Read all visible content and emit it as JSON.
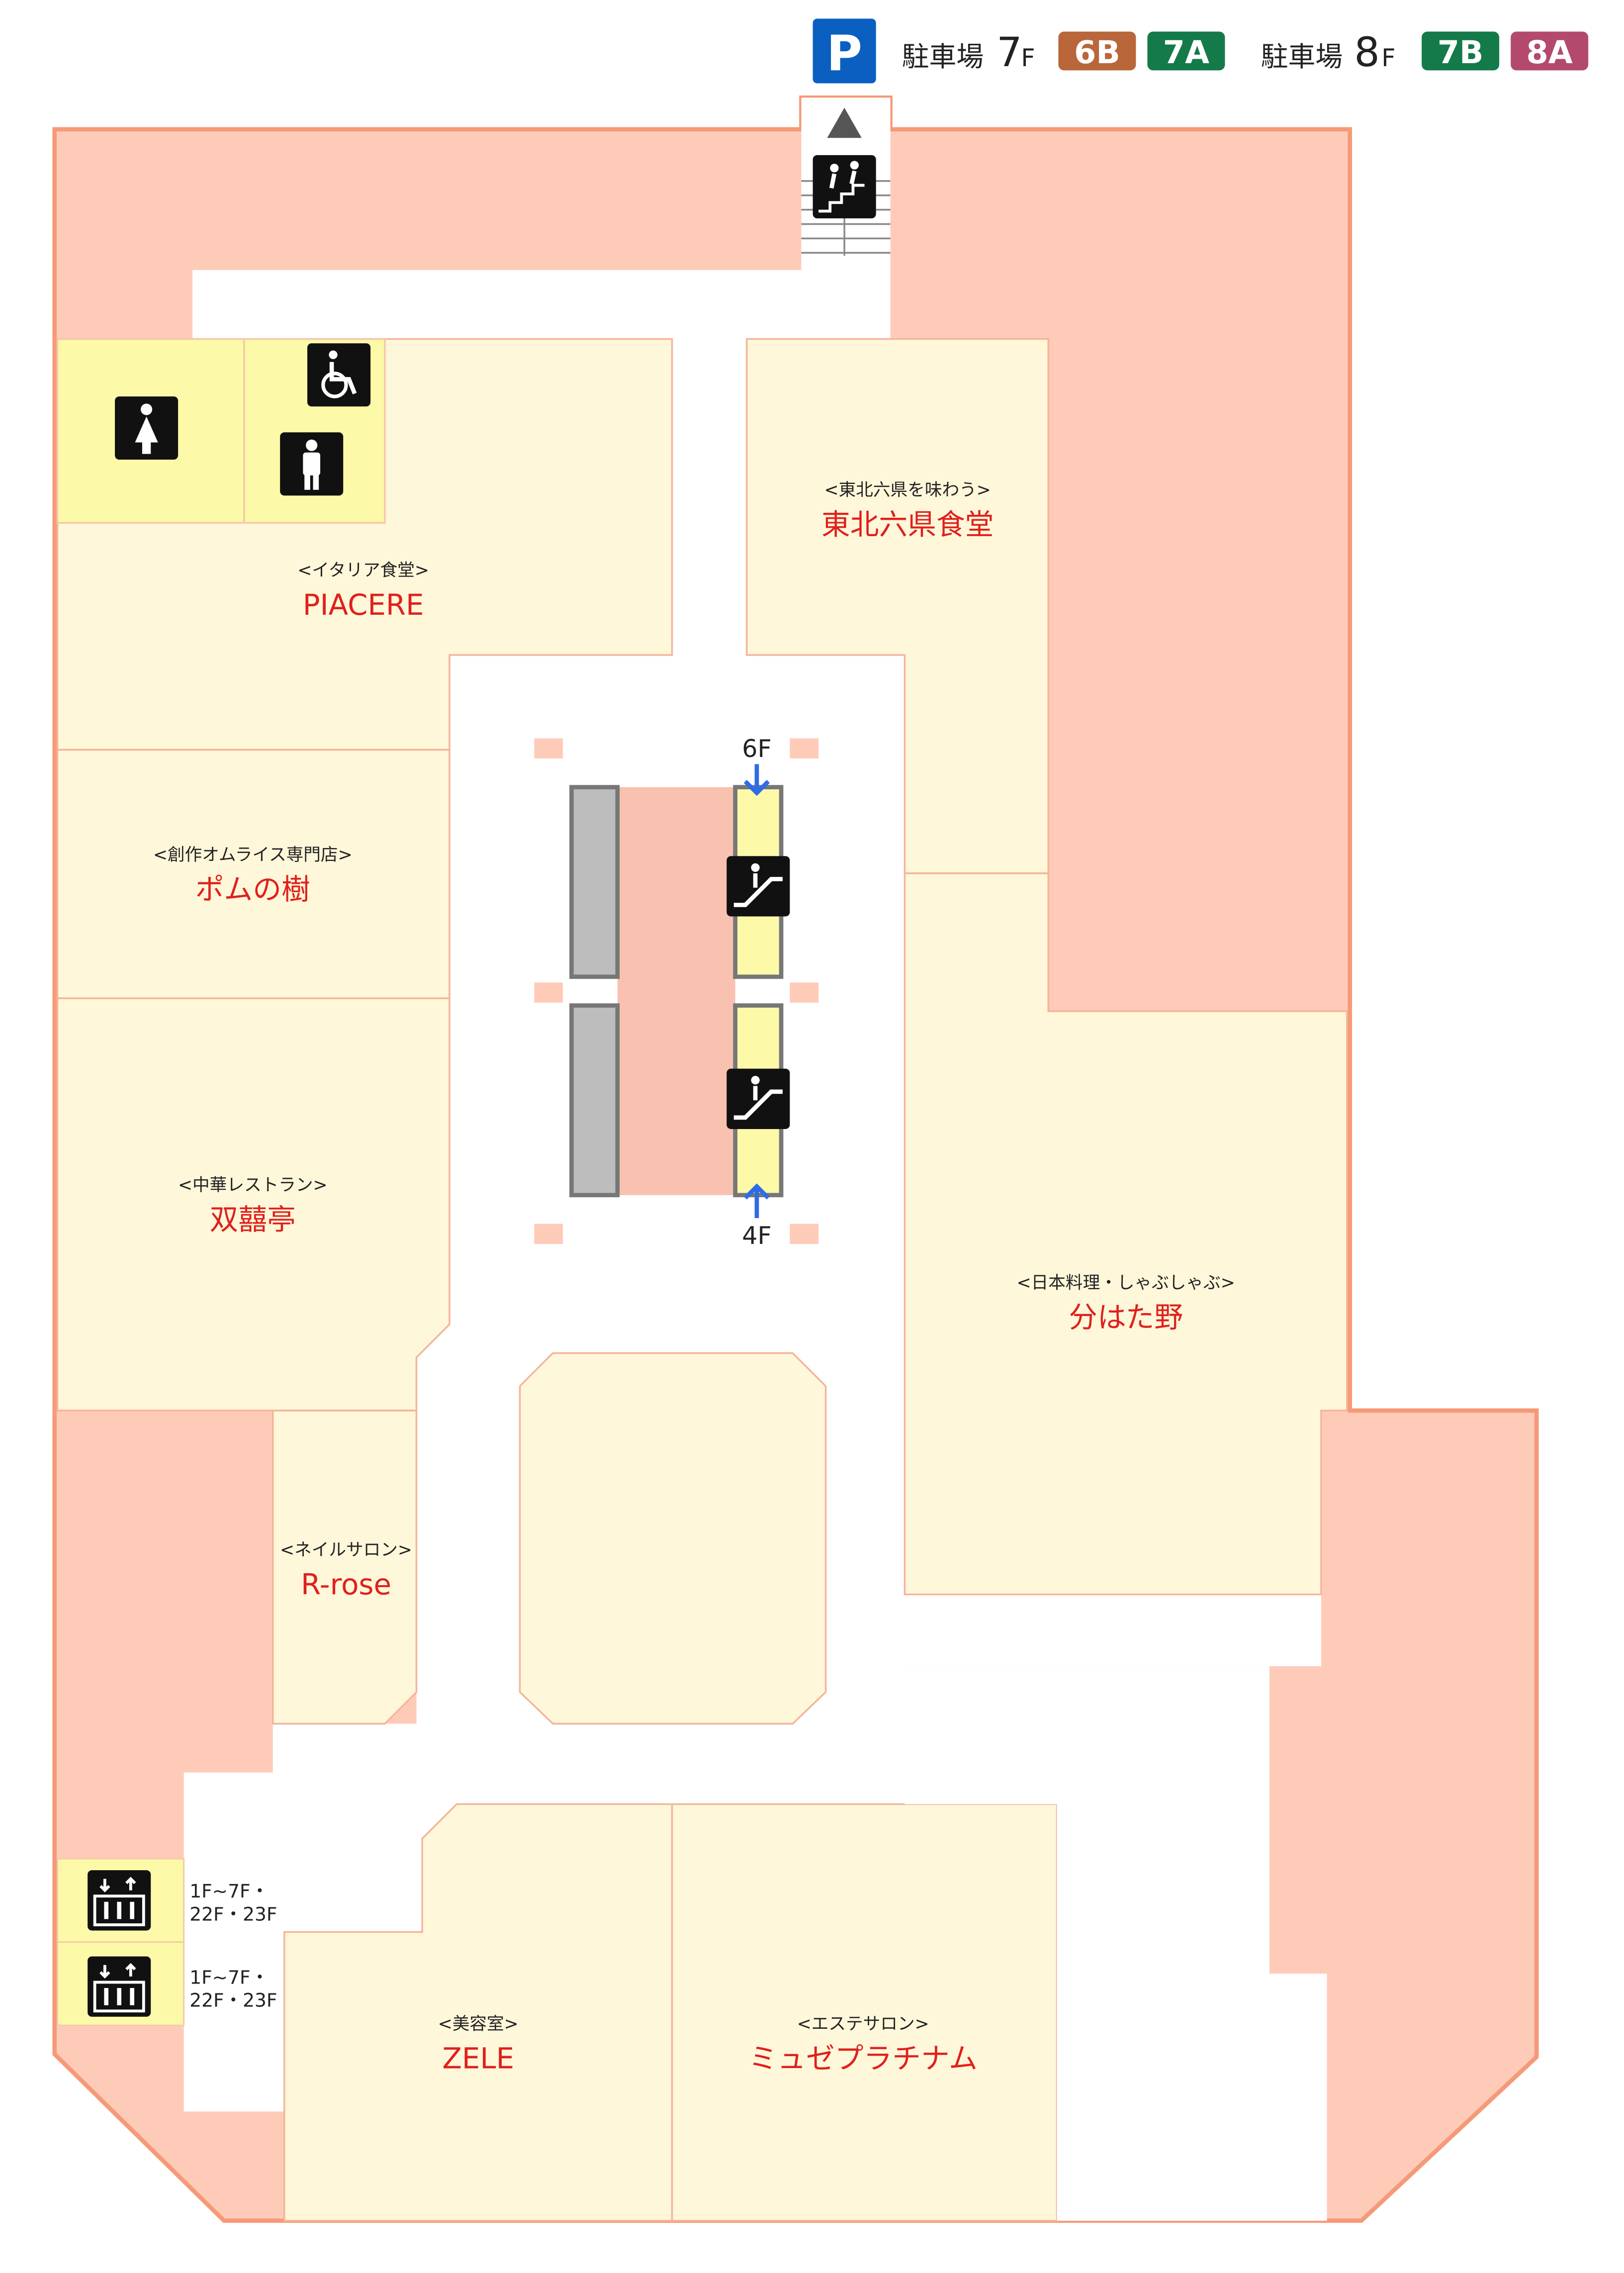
{
  "parking": {
    "icon": "parking-icon",
    "p_symbol": "P",
    "lot1": {
      "label": "駐車場",
      "floor_num": "7",
      "floor_suffix": "F",
      "badges": [
        "6B",
        "7A"
      ]
    },
    "lot2": {
      "label": "駐車場",
      "floor_num": "8",
      "floor_suffix": "F",
      "badges": [
        "7B",
        "8A"
      ]
    }
  },
  "colors": {
    "outer": "#ffcbb9",
    "outer_border": "#f59a78",
    "shop": "#fff7da",
    "restroom": "#fcf9a8",
    "corridor": "#ffffff",
    "shop_name": "#e0201c",
    "badge_6B": "#b8663a",
    "badge_7A": "#157a4a",
    "badge_7B": "#157a4a",
    "badge_8A": "#b34a6e",
    "parking_blue": "#0a5fc1",
    "arrow_blue": "#2e6be6"
  },
  "shops": [
    {
      "id": "piacere",
      "sub": "<イタリア食堂>",
      "name": "PIACERE"
    },
    {
      "id": "tohoku",
      "sub": "<東北六県を味わう>",
      "name": "東北六県食堂"
    },
    {
      "id": "pomu",
      "sub": "<創作オムライス専門店>",
      "name": "ポムの樹"
    },
    {
      "id": "soukitei",
      "sub": "<中華レストラン>",
      "name": "双囍亭"
    },
    {
      "id": "wakehatano",
      "sub": "<日本料理・しゃぶしゃぶ>",
      "name": "分はた野"
    },
    {
      "id": "rrose",
      "sub": "<ネイルサロン>",
      "name": "R-rose"
    },
    {
      "id": "zele",
      "sub": "<美容室>",
      "name": "ZELE"
    },
    {
      "id": "museum",
      "sub": "<エステサロン>",
      "name": "ミュゼプラチナム"
    }
  ],
  "escalator": {
    "up_floor": "6F",
    "down_floor": "4F"
  },
  "elevators": [
    {
      "line1": "1F~7F・",
      "line2": "22F・23F"
    },
    {
      "line1": "1F~7F・",
      "line2": "22F・23F"
    }
  ],
  "icons": {
    "women": "women-restroom-icon",
    "men": "men-restroom-icon",
    "accessible": "wheelchair-icon",
    "stairs": "stairs-icon",
    "escalator": "escalator-icon",
    "elevator": "elevator-icon",
    "up_arrow": "up-triangle-icon"
  }
}
